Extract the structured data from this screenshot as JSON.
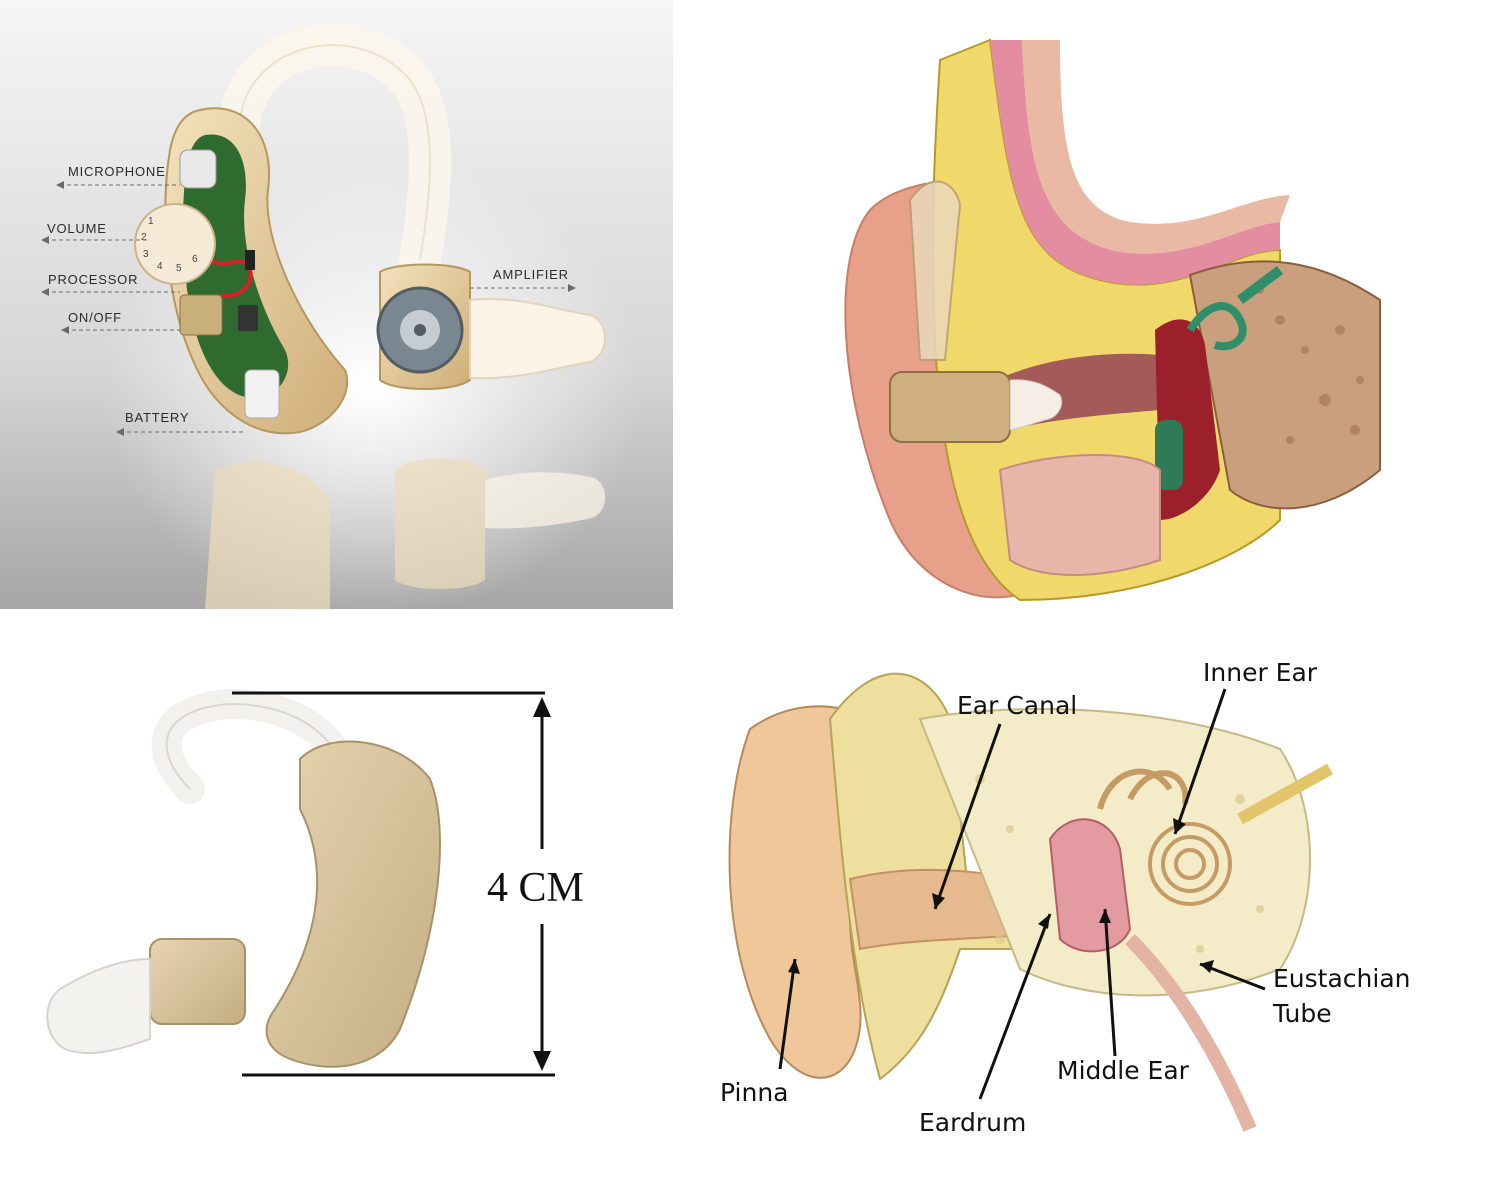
{
  "colors": {
    "bg_gradient_top": "#f4f4f4",
    "bg_gradient_bottom": "#a9a9a9",
    "device_beige": "#e7cfa2",
    "skin": "#e9a58e",
    "bone_yellow": "#f3dc6b",
    "inner_ear_green": "#2f8f6b",
    "blood_red": "#a31f2c"
  },
  "device_components": {
    "microphone": "MICROPHONE",
    "volume": "VOLUME",
    "processor": "PROCESSOR",
    "on_off": "ON/OFF",
    "battery": "BATTERY",
    "amplifier": "AMPLIFIER",
    "dial_numbers": [
      "1",
      "2",
      "3",
      "4",
      "5",
      "6"
    ]
  },
  "size_diagram": {
    "measurement": "4 CM"
  },
  "ear_anatomy": {
    "ear_canal": "Ear Canal",
    "inner_ear": "Inner Ear",
    "eustachian_tube_line1": "Eustachian",
    "eustachian_tube_line2": "Tube",
    "middle_ear": "Middle Ear",
    "pinna": "Pinna",
    "eardrum": "Eardrum"
  }
}
